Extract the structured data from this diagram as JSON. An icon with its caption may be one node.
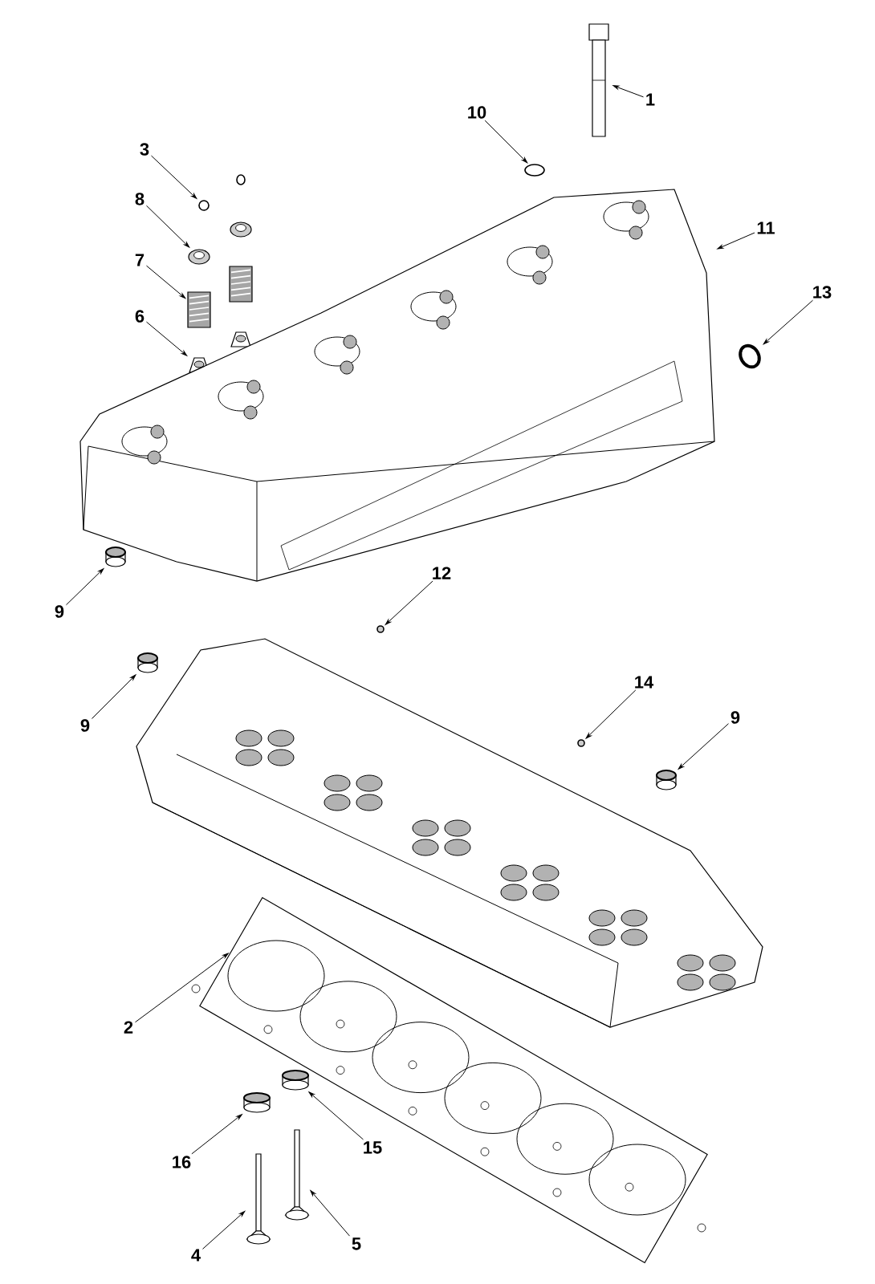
{
  "diagram": {
    "nodes": [
      {
        "text": [
          "1"
        ]
      },
      {
        "text": [],
        "shape": "picture"
      },
      {
        "text": [
          "10"
        ]
      },
      {
        "text": [],
        "shape": "circle"
      },
      {
        "text": [
          "3"
        ]
      },
      {
        "text": [],
        "shape": "picture"
      },
      {
        "text": [
          "8"
        ]
      },
      {
        "text": [],
        "shape": "picture"
      },
      {
        "text": [
          "7"
        ]
      },
      {
        "text": [],
        "shape": "picture"
      },
      {
        "text": [
          "6"
        ]
      },
      {
        "text": [],
        "shape": "picture"
      },
      {
        "text": [
          "11"
        ]
      },
      {
        "text": [],
        "shape": "picture"
      },
      {
        "text": [
          "13"
        ]
      },
      {
        "text": [],
        "shape": "picture"
      },
      {
        "text": [
          "9"
        ]
      },
      {
        "text": [],
        "shape": "cylinder"
      },
      {
        "text": [
          "12"
        ]
      },
      {
        "text": [],
        "shape": "circle"
      },
      {
        "text": [
          "9"
        ]
      },
      {
        "text": [],
        "shape": "cylinder"
      },
      {
        "text": [
          "14"
        ]
      },
      {
        "text": [],
        "shape": "circle"
      },
      {
        "text": [
          "9"
        ]
      },
      {
        "text": [],
        "shape": "cylinder"
      },
      {
        "text": [
          "2"
        ]
      },
      {
        "text": [],
        "shape": "picture"
      },
      {
        "text": [
          "16"
        ]
      },
      {
        "text": [],
        "shape": "cylinder"
      },
      {
        "text": [
          "15"
        ]
      },
      {
        "text": [],
        "shape": "cylinder"
      },
      {
        "text": [
          "4"
        ]
      },
      {
        "text": [],
        "shape": "picture"
      },
      {
        "text": [
          "5"
        ]
      },
      {
        "text": [],
        "shape": "picture"
      }
    ],
    "edges": [
      {
        "from": 0,
        "to": 1,
        "arrow": "to"
      },
      {
        "from": 2,
        "to": 3,
        "arrow": "to"
      },
      {
        "from": 4,
        "to": 5,
        "arrow": "to"
      },
      {
        "from": 6,
        "to": 7,
        "arrow": "to"
      },
      {
        "from": 8,
        "to": 9,
        "arrow": "to"
      },
      {
        "from": 10,
        "to": 11,
        "arrow": "to"
      },
      {
        "from": 12,
        "to": 13,
        "arrow": "to"
      },
      {
        "from": 14,
        "to": 15,
        "arrow": "to"
      },
      {
        "from": 16,
        "to": 17,
        "arrow": "to"
      },
      {
        "from": 18,
        "to": 19,
        "arrow": "to"
      },
      {
        "from": 20,
        "to": 21,
        "arrow": "to"
      },
      {
        "from": 22,
        "to": 23,
        "arrow": "to"
      },
      {
        "from": 24,
        "to": 25,
        "arrow": "to"
      },
      {
        "from": 26,
        "to": 27,
        "arrow": "to"
      },
      {
        "from": 28,
        "to": 29,
        "arrow": "to"
      },
      {
        "from": 30,
        "to": 31,
        "arrow": "to"
      },
      {
        "from": 32,
        "to": 33,
        "arrow": "to"
      },
      {
        "from": 34,
        "to": 35,
        "arrow": "to"
      }
    ]
  }
}
